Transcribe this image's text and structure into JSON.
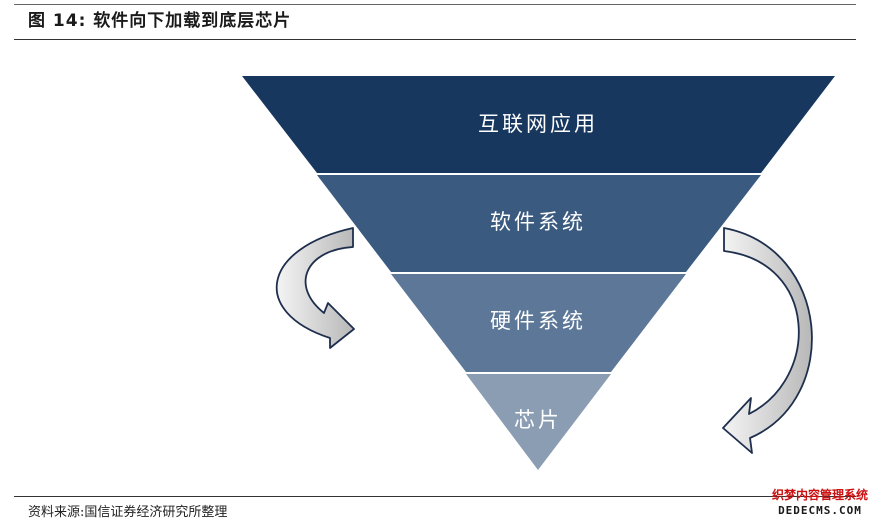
{
  "header": {
    "title": "图 14:  软件向下加载到底层芯片"
  },
  "diagram": {
    "layers": [
      {
        "label": "互联网应用",
        "color": "#17375e"
      },
      {
        "label": "软件系统",
        "color": "#3a5a80"
      },
      {
        "label": "硬件系统",
        "color": "#5c7797"
      },
      {
        "label": "芯片",
        "color": "#8b9db3"
      }
    ]
  },
  "footer": {
    "source": "资料来源:国信证券经济研究所整理"
  },
  "watermark": {
    "line1": "织梦内容管理系统",
    "line2": "DEDECMS.COM"
  }
}
